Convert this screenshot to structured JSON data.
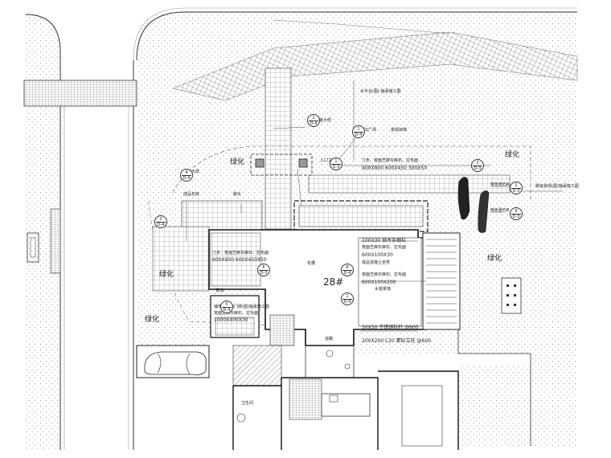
{
  "plan": {
    "building_number": "28#",
    "greening_label": "绿化",
    "notes": {
      "n1": "水平台(图)  轴承施工图",
      "n2": "铺装大样",
      "n3": "下沉广场",
      "n4": "景观挡墙",
      "n5": "入口主铺",
      "n6": "汀步、荒面芝麻灰麻石、拉毛面",
      "n7": "900X900 600X450 300X50",
      "n8": "特色景石A",
      "n9": "特色景石B",
      "n10": "跌级景观(图)轴承施工图",
      "n11": "铺装大样",
      "n12": "跌水",
      "n13": "成品花钵",
      "n14": "汀步、荒面芝麻灰麻石、拉毛面",
      "n15": "600X900 600X450X50",
      "n16": "景墙",
      "n17": "100X30 钢木条栅栏",
      "n18": "荒面芝麻灰麻石、拉毛面",
      "n19": "600X100X30",
      "n20": "成品混凝土坐凳",
      "n21": "荒面芝麻灰麻石、拉毛面",
      "n22": "600X100X200",
      "n23": "水景景墙",
      "n24": "铺地灰入口门牌(图)轴承施工图",
      "n25": "荒面芝麻灰麻石、拉毛面",
      "n26": "1000X400X30",
      "n27": "50X50 不锈钢栏杆 @600",
      "n28": "200X200 C20 素砼立柱 @600",
      "n29": "道路",
      "n30": "花槽",
      "n31": "卫生间"
    },
    "callouts": [
      {
        "n": "1",
        "d": "D-4"
      },
      {
        "n": "2",
        "d": "D-4"
      },
      {
        "n": "1",
        "d": "D-3"
      },
      {
        "n": "3",
        "d": "D-3"
      },
      {
        "n": "2",
        "d": "D-3"
      },
      {
        "n": "9",
        "d": "D-3"
      },
      {
        "n": "2",
        "d": "D-4"
      },
      {
        "n": "4",
        "d": "D-4"
      },
      {
        "n": "6",
        "d": "D-3"
      },
      {
        "n": "1",
        "d": "D-4"
      },
      {
        "n": "5",
        "d": "D-4"
      },
      {
        "n": "8",
        "d": "D-4"
      }
    ]
  }
}
